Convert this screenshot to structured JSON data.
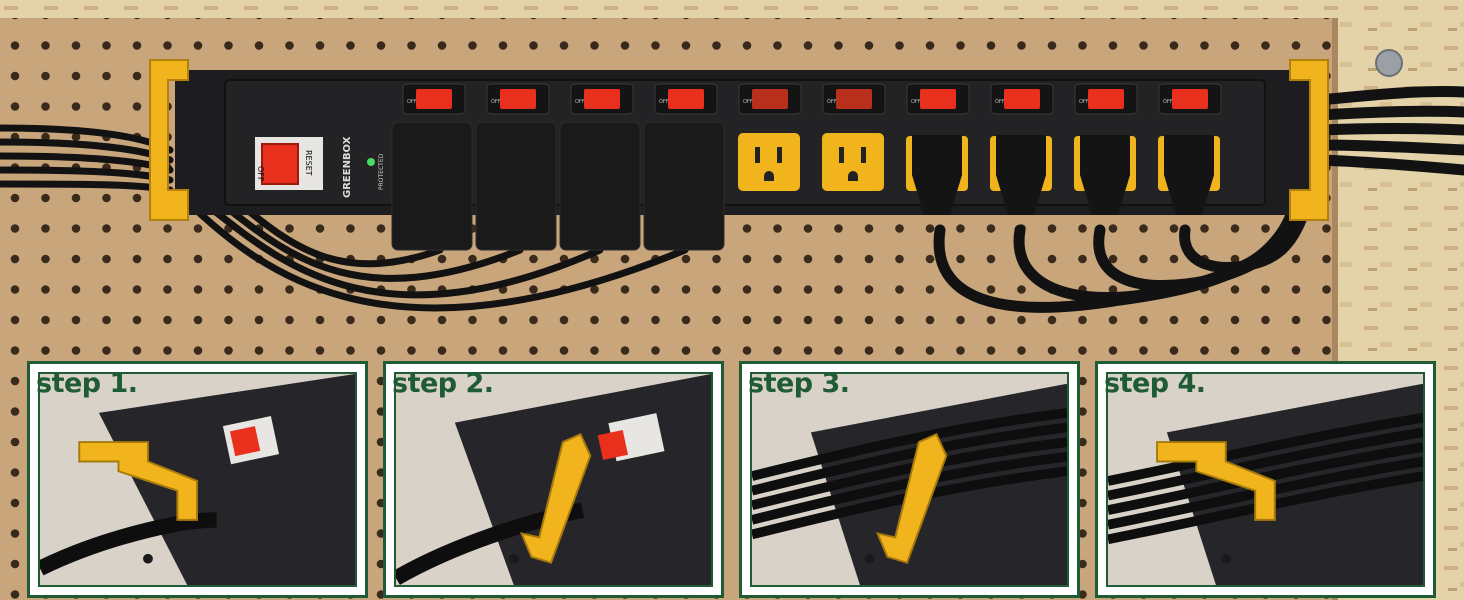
{
  "brand": {
    "logo_text": "GREENBOX",
    "indicator_text": "PROTECTED",
    "switch_labels": [
      "OFF",
      "RESET"
    ]
  },
  "outlet_switch_label": "OFF",
  "steps": [
    {
      "label": "step 1."
    },
    {
      "label": "step 2."
    },
    {
      "label": "step 3."
    },
    {
      "label": "step 4."
    }
  ],
  "colors": {
    "accent_green": "#1f5c35",
    "bracket_yellow": "#f2b41c",
    "switch_red": "#e8301c",
    "strip_black": "#1d1d1f",
    "pegboard": "#c9a57c"
  }
}
